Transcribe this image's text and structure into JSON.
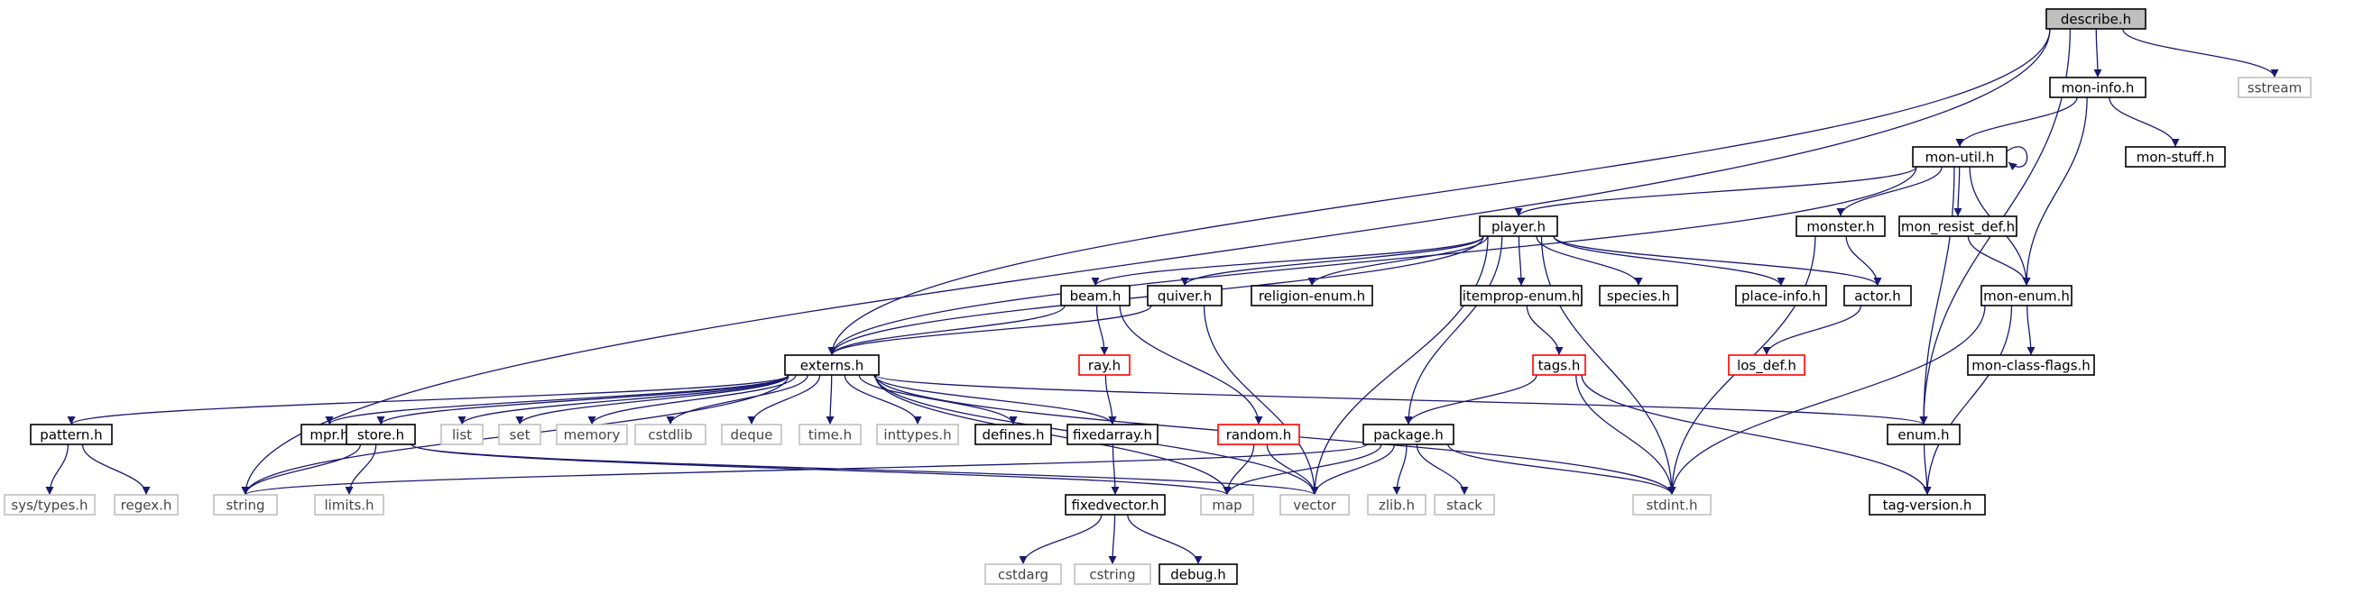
{
  "colors": {
    "edge": "#191970",
    "border_normal": "#000000",
    "border_external": "#bfbfbf",
    "border_truncated": "#ff0000",
    "fill_root": "#bfbfbf",
    "fill_normal": "#ffffff",
    "text_normal": "#000000",
    "text_external": "#444444"
  },
  "nodes": [
    {
      "id": "describe",
      "label": "describe.h",
      "kind": "root"
    },
    {
      "id": "sstream",
      "label": "sstream",
      "kind": "external"
    },
    {
      "id": "mon-info",
      "label": "mon-info.h",
      "kind": "normal"
    },
    {
      "id": "mon-util",
      "label": "mon-util.h",
      "kind": "normal"
    },
    {
      "id": "mon-stuff",
      "label": "mon-stuff.h",
      "kind": "normal"
    },
    {
      "id": "player",
      "label": "player.h",
      "kind": "normal"
    },
    {
      "id": "monster",
      "label": "monster.h",
      "kind": "normal"
    },
    {
      "id": "mon_resist_def",
      "label": "mon_resist_def.h",
      "kind": "normal"
    },
    {
      "id": "beam",
      "label": "beam.h",
      "kind": "normal"
    },
    {
      "id": "quiver",
      "label": "quiver.h",
      "kind": "normal"
    },
    {
      "id": "religion-enum",
      "label": "religion-enum.h",
      "kind": "normal"
    },
    {
      "id": "itemprop-enum",
      "label": "itemprop-enum.h",
      "kind": "normal"
    },
    {
      "id": "species",
      "label": "species.h",
      "kind": "normal"
    },
    {
      "id": "place-info",
      "label": "place-info.h",
      "kind": "normal"
    },
    {
      "id": "actor",
      "label": "actor.h",
      "kind": "normal"
    },
    {
      "id": "mon-enum",
      "label": "mon-enum.h",
      "kind": "normal"
    },
    {
      "id": "externs",
      "label": "externs.h",
      "kind": "normal"
    },
    {
      "id": "ray",
      "label": "ray.h",
      "kind": "truncated"
    },
    {
      "id": "tags",
      "label": "tags.h",
      "kind": "truncated"
    },
    {
      "id": "los_def",
      "label": "los_def.h",
      "kind": "truncated"
    },
    {
      "id": "mon-class-flags",
      "label": "mon-class-flags.h",
      "kind": "normal"
    },
    {
      "id": "pattern",
      "label": "pattern.h",
      "kind": "normal"
    },
    {
      "id": "mpr",
      "label": "mpr.h",
      "kind": "normal"
    },
    {
      "id": "store",
      "label": "store.h",
      "kind": "normal"
    },
    {
      "id": "list",
      "label": "list",
      "kind": "external"
    },
    {
      "id": "set",
      "label": "set",
      "kind": "external"
    },
    {
      "id": "memory",
      "label": "memory",
      "kind": "external"
    },
    {
      "id": "cstdlib",
      "label": "cstdlib",
      "kind": "external"
    },
    {
      "id": "deque",
      "label": "deque",
      "kind": "external"
    },
    {
      "id": "time",
      "label": "time.h",
      "kind": "external"
    },
    {
      "id": "inttypes",
      "label": "inttypes.h",
      "kind": "external"
    },
    {
      "id": "defines",
      "label": "defines.h",
      "kind": "normal"
    },
    {
      "id": "fixedarray",
      "label": "fixedarray.h",
      "kind": "normal"
    },
    {
      "id": "random",
      "label": "random.h",
      "kind": "truncated"
    },
    {
      "id": "package",
      "label": "package.h",
      "kind": "normal"
    },
    {
      "id": "enum",
      "label": "enum.h",
      "kind": "normal"
    },
    {
      "id": "sys-types",
      "label": "sys/types.h",
      "kind": "external"
    },
    {
      "id": "regex",
      "label": "regex.h",
      "kind": "external"
    },
    {
      "id": "string",
      "label": "string",
      "kind": "external"
    },
    {
      "id": "limits",
      "label": "limits.h",
      "kind": "external"
    },
    {
      "id": "fixedvector",
      "label": "fixedvector.h",
      "kind": "normal"
    },
    {
      "id": "map",
      "label": "map",
      "kind": "external"
    },
    {
      "id": "vector",
      "label": "vector",
      "kind": "external"
    },
    {
      "id": "zlib",
      "label": "zlib.h",
      "kind": "external"
    },
    {
      "id": "stack",
      "label": "stack",
      "kind": "external"
    },
    {
      "id": "stdint",
      "label": "stdint.h",
      "kind": "external"
    },
    {
      "id": "tag-version",
      "label": "tag-version.h",
      "kind": "normal"
    },
    {
      "id": "cstdarg",
      "label": "cstdarg",
      "kind": "external"
    },
    {
      "id": "cstring",
      "label": "cstring",
      "kind": "external"
    },
    {
      "id": "debug",
      "label": "debug.h",
      "kind": "normal"
    }
  ],
  "edges": [
    [
      "describe",
      "mon-info"
    ],
    [
      "describe",
      "sstream"
    ],
    [
      "describe",
      "externs"
    ],
    [
      "describe",
      "string"
    ],
    [
      "describe",
      "enum"
    ],
    [
      "mon-info",
      "mon-util"
    ],
    [
      "mon-info",
      "mon-stuff"
    ],
    [
      "mon-info",
      "mon-enum"
    ],
    [
      "mon-util",
      "mon-util"
    ],
    [
      "mon-util",
      "player"
    ],
    [
      "mon-util",
      "monster"
    ],
    [
      "mon-util",
      "mon_resist_def"
    ],
    [
      "mon-util",
      "mon-enum"
    ],
    [
      "mon-util",
      "enum"
    ],
    [
      "mon-util",
      "externs"
    ],
    [
      "player",
      "beam"
    ],
    [
      "player",
      "quiver"
    ],
    [
      "player",
      "religion-enum"
    ],
    [
      "player",
      "itemprop-enum"
    ],
    [
      "player",
      "species"
    ],
    [
      "player",
      "place-info"
    ],
    [
      "player",
      "actor"
    ],
    [
      "player",
      "externs"
    ],
    [
      "player",
      "package"
    ],
    [
      "player",
      "vector"
    ],
    [
      "player",
      "stdint"
    ],
    [
      "monster",
      "actor"
    ],
    [
      "monster",
      "stdint"
    ],
    [
      "mon_resist_def",
      "mon-enum"
    ],
    [
      "beam",
      "ray"
    ],
    [
      "beam",
      "random"
    ],
    [
      "beam",
      "externs"
    ],
    [
      "quiver",
      "externs"
    ],
    [
      "quiver",
      "vector"
    ],
    [
      "itemprop-enum",
      "tags"
    ],
    [
      "actor",
      "los_def"
    ],
    [
      "mon-enum",
      "mon-class-flags"
    ],
    [
      "mon-enum",
      "tag-version"
    ],
    [
      "mon-enum",
      "stdint"
    ],
    [
      "externs",
      "pattern"
    ],
    [
      "externs",
      "mpr"
    ],
    [
      "externs",
      "store"
    ],
    [
      "externs",
      "list"
    ],
    [
      "externs",
      "set"
    ],
    [
      "externs",
      "memory"
    ],
    [
      "externs",
      "cstdlib"
    ],
    [
      "externs",
      "deque"
    ],
    [
      "externs",
      "time"
    ],
    [
      "externs",
      "inttypes"
    ],
    [
      "externs",
      "defines"
    ],
    [
      "externs",
      "fixedarray"
    ],
    [
      "externs",
      "vector"
    ],
    [
      "externs",
      "stdint"
    ],
    [
      "externs",
      "enum"
    ],
    [
      "externs",
      "string"
    ],
    [
      "externs",
      "map"
    ],
    [
      "ray",
      "fixedarray"
    ],
    [
      "tags",
      "package"
    ],
    [
      "tags",
      "stdint"
    ],
    [
      "tags",
      "tag-version"
    ],
    [
      "pattern",
      "sys-types"
    ],
    [
      "pattern",
      "regex"
    ],
    [
      "store",
      "string"
    ],
    [
      "store",
      "limits"
    ],
    [
      "store",
      "map"
    ],
    [
      "store",
      "vector"
    ],
    [
      "fixedarray",
      "fixedvector"
    ],
    [
      "random",
      "map"
    ],
    [
      "random",
      "vector"
    ],
    [
      "package",
      "map"
    ],
    [
      "package",
      "vector"
    ],
    [
      "package",
      "zlib"
    ],
    [
      "package",
      "stack"
    ],
    [
      "package",
      "stdint"
    ],
    [
      "package",
      "string"
    ],
    [
      "enum",
      "tag-version"
    ],
    [
      "fixedvector",
      "cstdarg"
    ],
    [
      "fixedvector",
      "cstring"
    ],
    [
      "fixedvector",
      "debug"
    ]
  ]
}
